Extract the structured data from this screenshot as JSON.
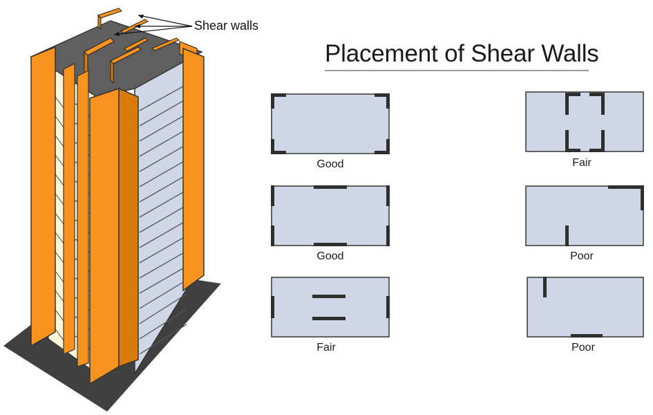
{
  "figure": {
    "title": "Placement of Shear Walls",
    "callout_label": "Shear walls"
  },
  "colors": {
    "shear_wall": "#f7931e",
    "shear_wall_shade": "#d97a0c",
    "roof": "#5f5f5f",
    "ground": "#404040",
    "facade": "#cfd6e6",
    "plan_fill": "#cfd6e6",
    "wall_line": "#2e2e2e"
  },
  "plans": [
    {
      "label": "Good",
      "layout": "corner-L-walls"
    },
    {
      "label": "Fair",
      "layout": "central-core-pairs"
    },
    {
      "label": "Good",
      "layout": "end-walls-and-mid-side-walls"
    },
    {
      "label": "Poor",
      "layout": "asymmetric-corner-and-stub"
    },
    {
      "label": "Fair",
      "layout": "end-walls-and-central-parallel-walls"
    },
    {
      "label": "Poor",
      "layout": "asymmetric-short-walls"
    }
  ]
}
